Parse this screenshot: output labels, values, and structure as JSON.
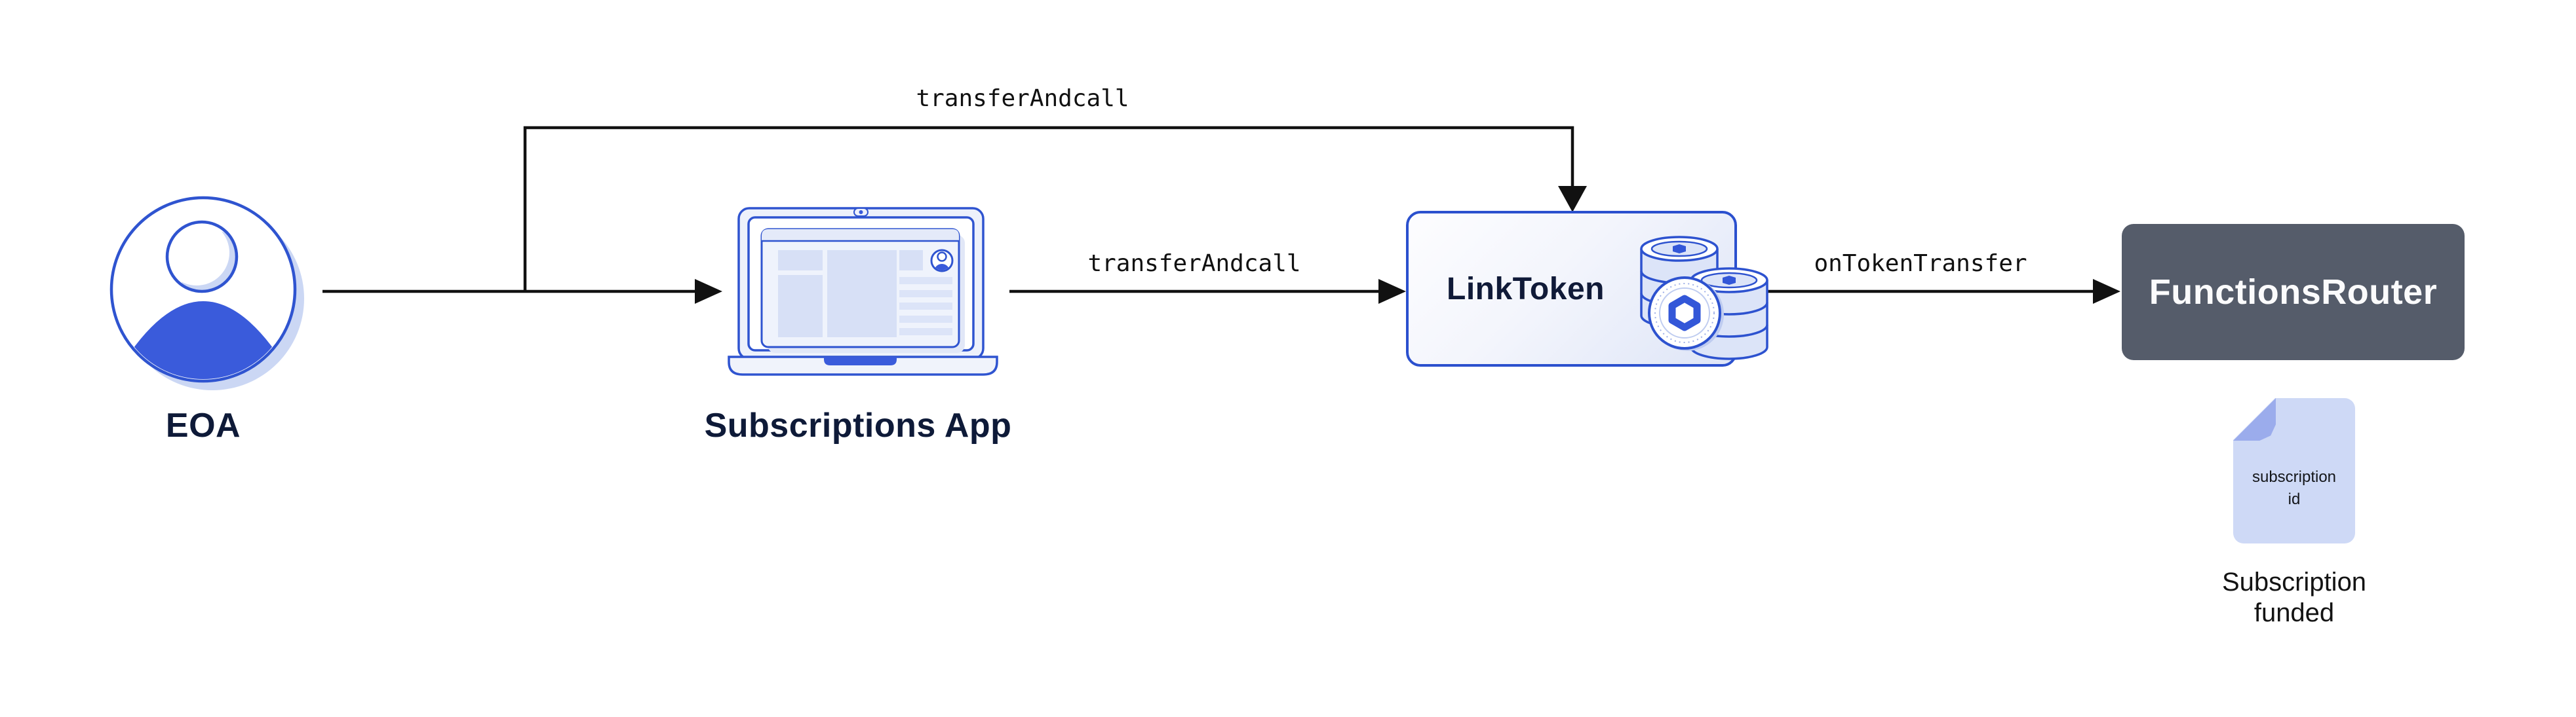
{
  "diagram": {
    "nodes": {
      "eoa": {
        "label": "EOA",
        "icon": "person-icon"
      },
      "subscriptions_app": {
        "label": "Subscriptions App",
        "icon": "laptop-icon"
      },
      "link_token": {
        "label": "LinkToken",
        "icon": "coin-stack-icon"
      },
      "functions_router": {
        "label": "FunctionsRouter"
      }
    },
    "edges": {
      "eoa_to_link_token": {
        "label": "transferAndcall"
      },
      "app_to_link_token": {
        "label": "transferAndcall"
      },
      "link_token_to_functions_router": {
        "label": "onTokenTransfer"
      }
    },
    "artifact": {
      "document_text_line1": "subscription",
      "document_text_line2": "id",
      "caption_line1": "Subscription",
      "caption_line2": "funded"
    },
    "colors": {
      "accent_blue_stroke": "#2F54D0",
      "fill_blue": "#3A5BDB",
      "soft_blue_shadow": "#CBD7F4",
      "panel_light": "#EDF1FB",
      "block_fill": "#D7E0F6",
      "navy_text": "#0E1A38",
      "slate_box": "#555C6A",
      "doc_fill": "#CED9F6",
      "doc_fold": "#9BACEC",
      "arrow_black": "#111111"
    }
  }
}
